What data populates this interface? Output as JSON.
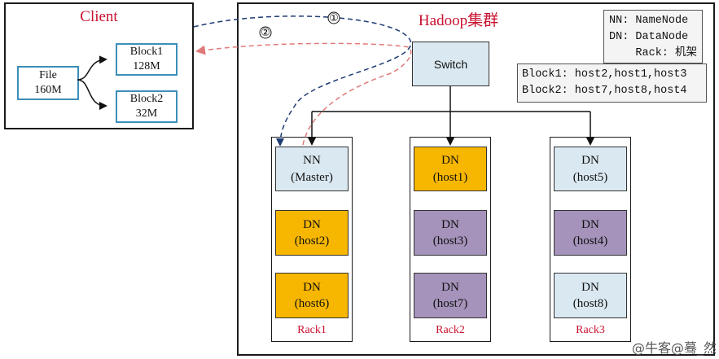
{
  "client": {
    "title": "Client",
    "file": {
      "label": "File",
      "size": "160M"
    },
    "blocks": [
      {
        "label": "Block1",
        "size": "128M"
      },
      {
        "label": "Block2",
        "size": "32M"
      }
    ]
  },
  "hadoop": {
    "title": "Hadoop集群",
    "switch_label": "Switch",
    "legend": [
      "NN: NameNode",
      "DN: DataNode",
      "Rack: 机架"
    ],
    "block_map": [
      "Block1: host2,host1,host3",
      "Block2: host7,host8,host4"
    ],
    "step_labels": [
      "①",
      "②"
    ],
    "racks": [
      {
        "label": "Rack1",
        "nodes": [
          {
            "type": "NN",
            "name": "(Master)",
            "color": "#dae8f1"
          },
          {
            "type": "DN",
            "name": "(host2)",
            "color": "#f7b700"
          },
          {
            "type": "DN",
            "name": "(host6)",
            "color": "#f7b700"
          }
        ]
      },
      {
        "label": "Rack2",
        "nodes": [
          {
            "type": "DN",
            "name": "(host1)",
            "color": "#f7b700"
          },
          {
            "type": "DN",
            "name": "(host3)",
            "color": "#a593bb"
          },
          {
            "type": "DN",
            "name": "(host7)",
            "color": "#a593bb"
          }
        ]
      },
      {
        "label": "Rack3",
        "nodes": [
          {
            "type": "DN",
            "name": "(host5)",
            "color": "#dae8f1"
          },
          {
            "type": "DN",
            "name": "(host4)",
            "color": "#a593bb"
          },
          {
            "type": "DN",
            "name": "(host8)",
            "color": "#dae8f1"
          }
        ]
      }
    ]
  },
  "colors": {
    "title_red": "#c8102e",
    "switch_fill": "#dae8f1",
    "request_line": "#1f3b73",
    "response_line": "#e07a7a",
    "file_border": "#3d8fb8"
  },
  "watermark": "@牛客@蓦_然"
}
